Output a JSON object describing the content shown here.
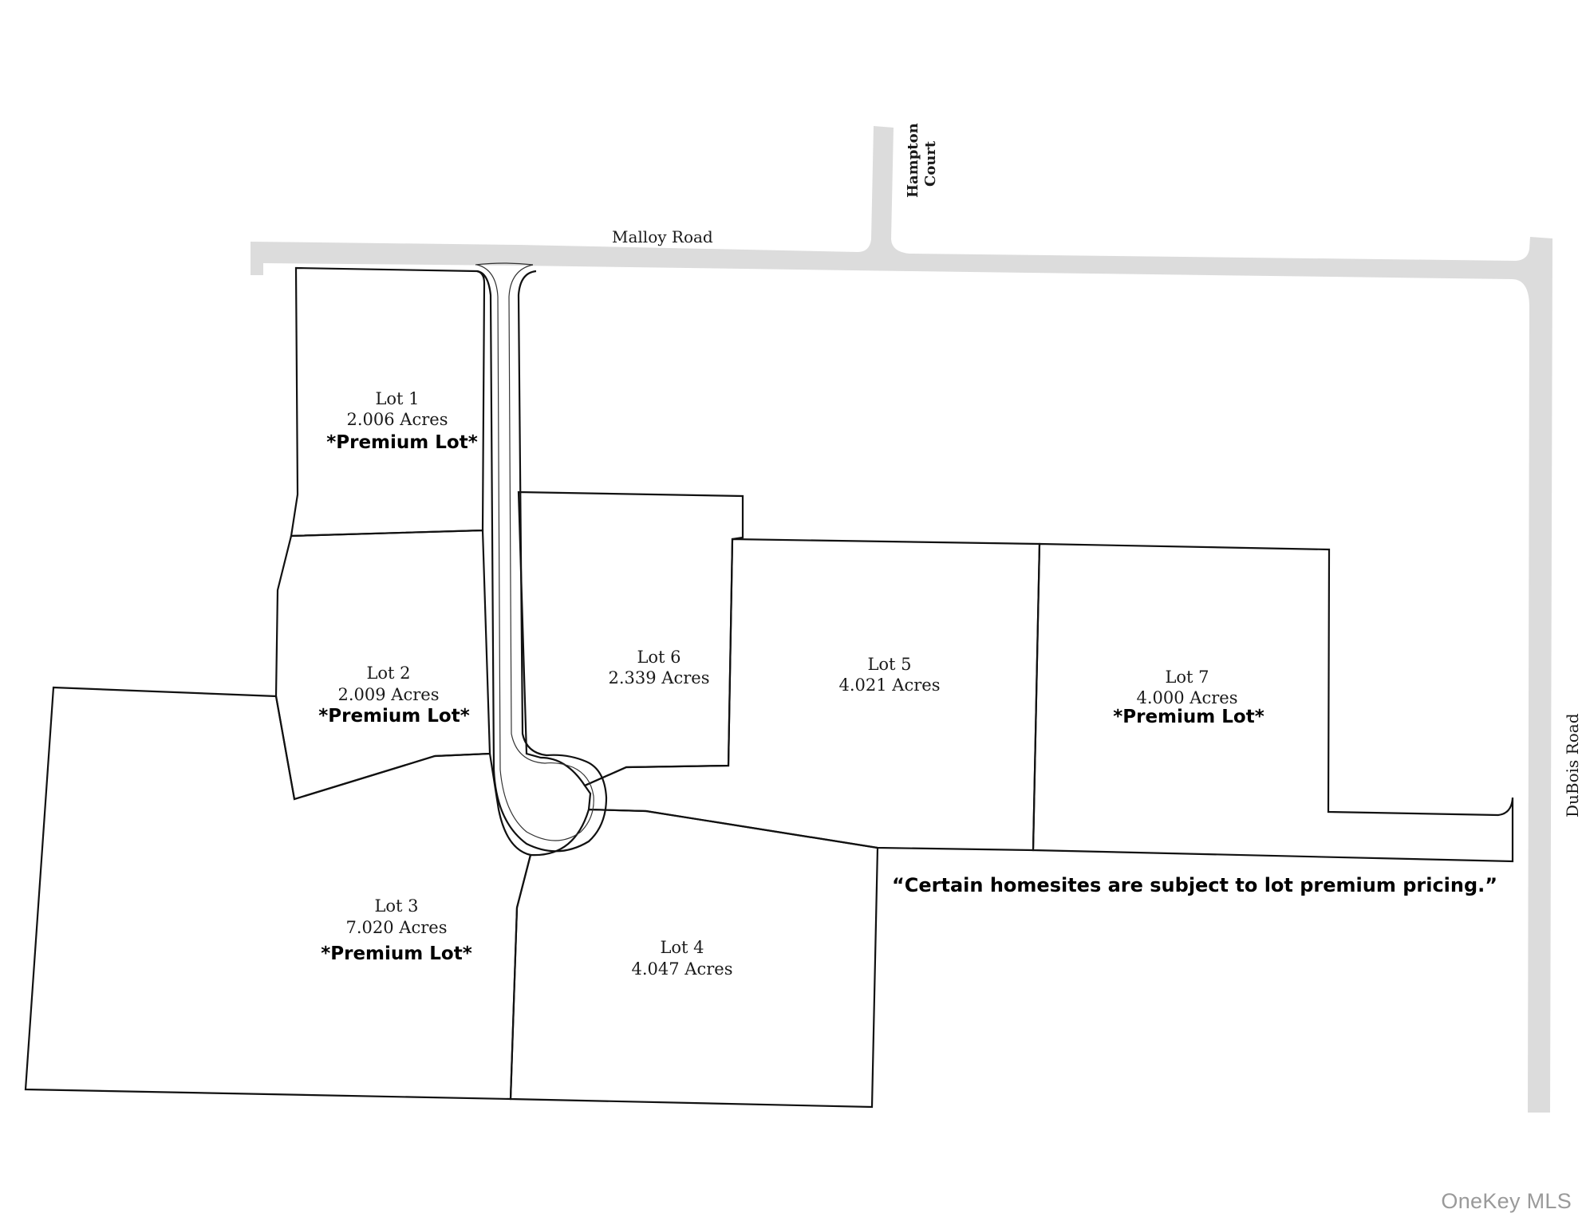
{
  "roads": {
    "malloy": "Malloy Road",
    "hampton_line1": "Hampton",
    "hampton_line2": "Court",
    "dubois": "DuBois Road"
  },
  "lots": [
    {
      "id": "lot-1",
      "name": "Lot 1",
      "acres": "2.006 Acres",
      "premium": "*Premium Lot*"
    },
    {
      "id": "lot-2",
      "name": "Lot 2",
      "acres": "2.009 Acres",
      "premium": "*Premium Lot*"
    },
    {
      "id": "lot-3",
      "name": "Lot 3",
      "acres": "7.020 Acres",
      "premium": "*Premium Lot*"
    },
    {
      "id": "lot-4",
      "name": "Lot 4",
      "acres": "4.047 Acres",
      "premium": null
    },
    {
      "id": "lot-5",
      "name": "Lot 5",
      "acres": "4.021 Acres",
      "premium": null
    },
    {
      "id": "lot-6",
      "name": "Lot 6",
      "acres": "2.339 Acres",
      "premium": null
    },
    {
      "id": "lot-7",
      "name": "Lot 7",
      "acres": "4.000 Acres",
      "premium": "*Premium Lot*"
    }
  ],
  "note": "“Certain homesites are subject to lot premium pricing.”",
  "watermark": "OneKey MLS",
  "colors": {
    "road": "#dcdcdc",
    "line": "#111111",
    "watermark": "#9a9a9a"
  }
}
